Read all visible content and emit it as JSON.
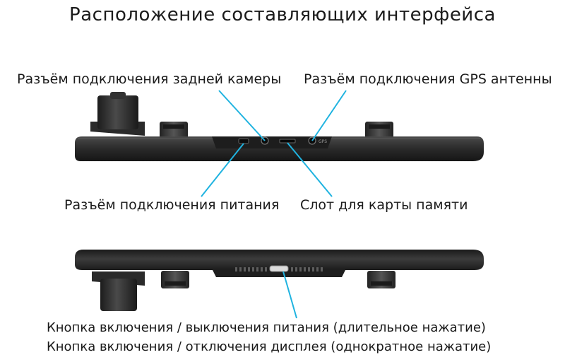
{
  "title": "Расположение составляющих интерфейса",
  "labels": {
    "rear_camera": "Разъём подключения задней камеры",
    "gps": "Разъём подключения GPS антенны",
    "power": "Разъём подключения питания",
    "card_slot": "Слот для карты памяти"
  },
  "port_markings": {
    "gps": "GPS"
  },
  "notes": {
    "line1": "Кнопка включения / выключения питания (длительное нажатие)",
    "line2": "Кнопка включения / отключения дисплея (однократное нажатие)"
  },
  "colors": {
    "leader": "#1fb3e0",
    "device": "#2b2b2b",
    "text": "#1a1a1a"
  }
}
